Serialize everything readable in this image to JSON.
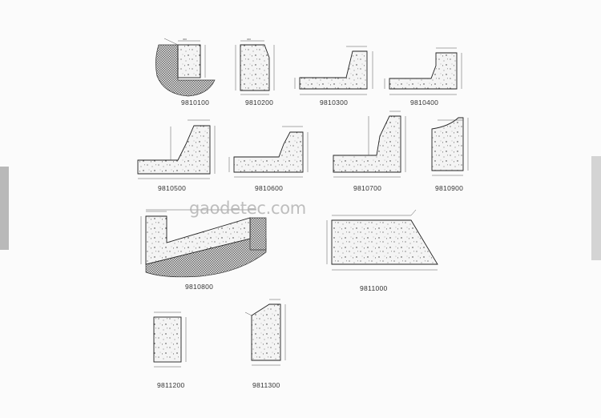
{
  "watermark": "gaodetec.com",
  "profiles": [
    {
      "code": "9810100"
    },
    {
      "code": "9810200"
    },
    {
      "code": "9810300"
    },
    {
      "code": "9810400"
    },
    {
      "code": "9810500"
    },
    {
      "code": "9810600"
    },
    {
      "code": "9810700"
    },
    {
      "code": "9810900"
    },
    {
      "code": "9810800"
    },
    {
      "code": "9811000"
    },
    {
      "code": "9811200"
    },
    {
      "code": "9811300"
    }
  ]
}
